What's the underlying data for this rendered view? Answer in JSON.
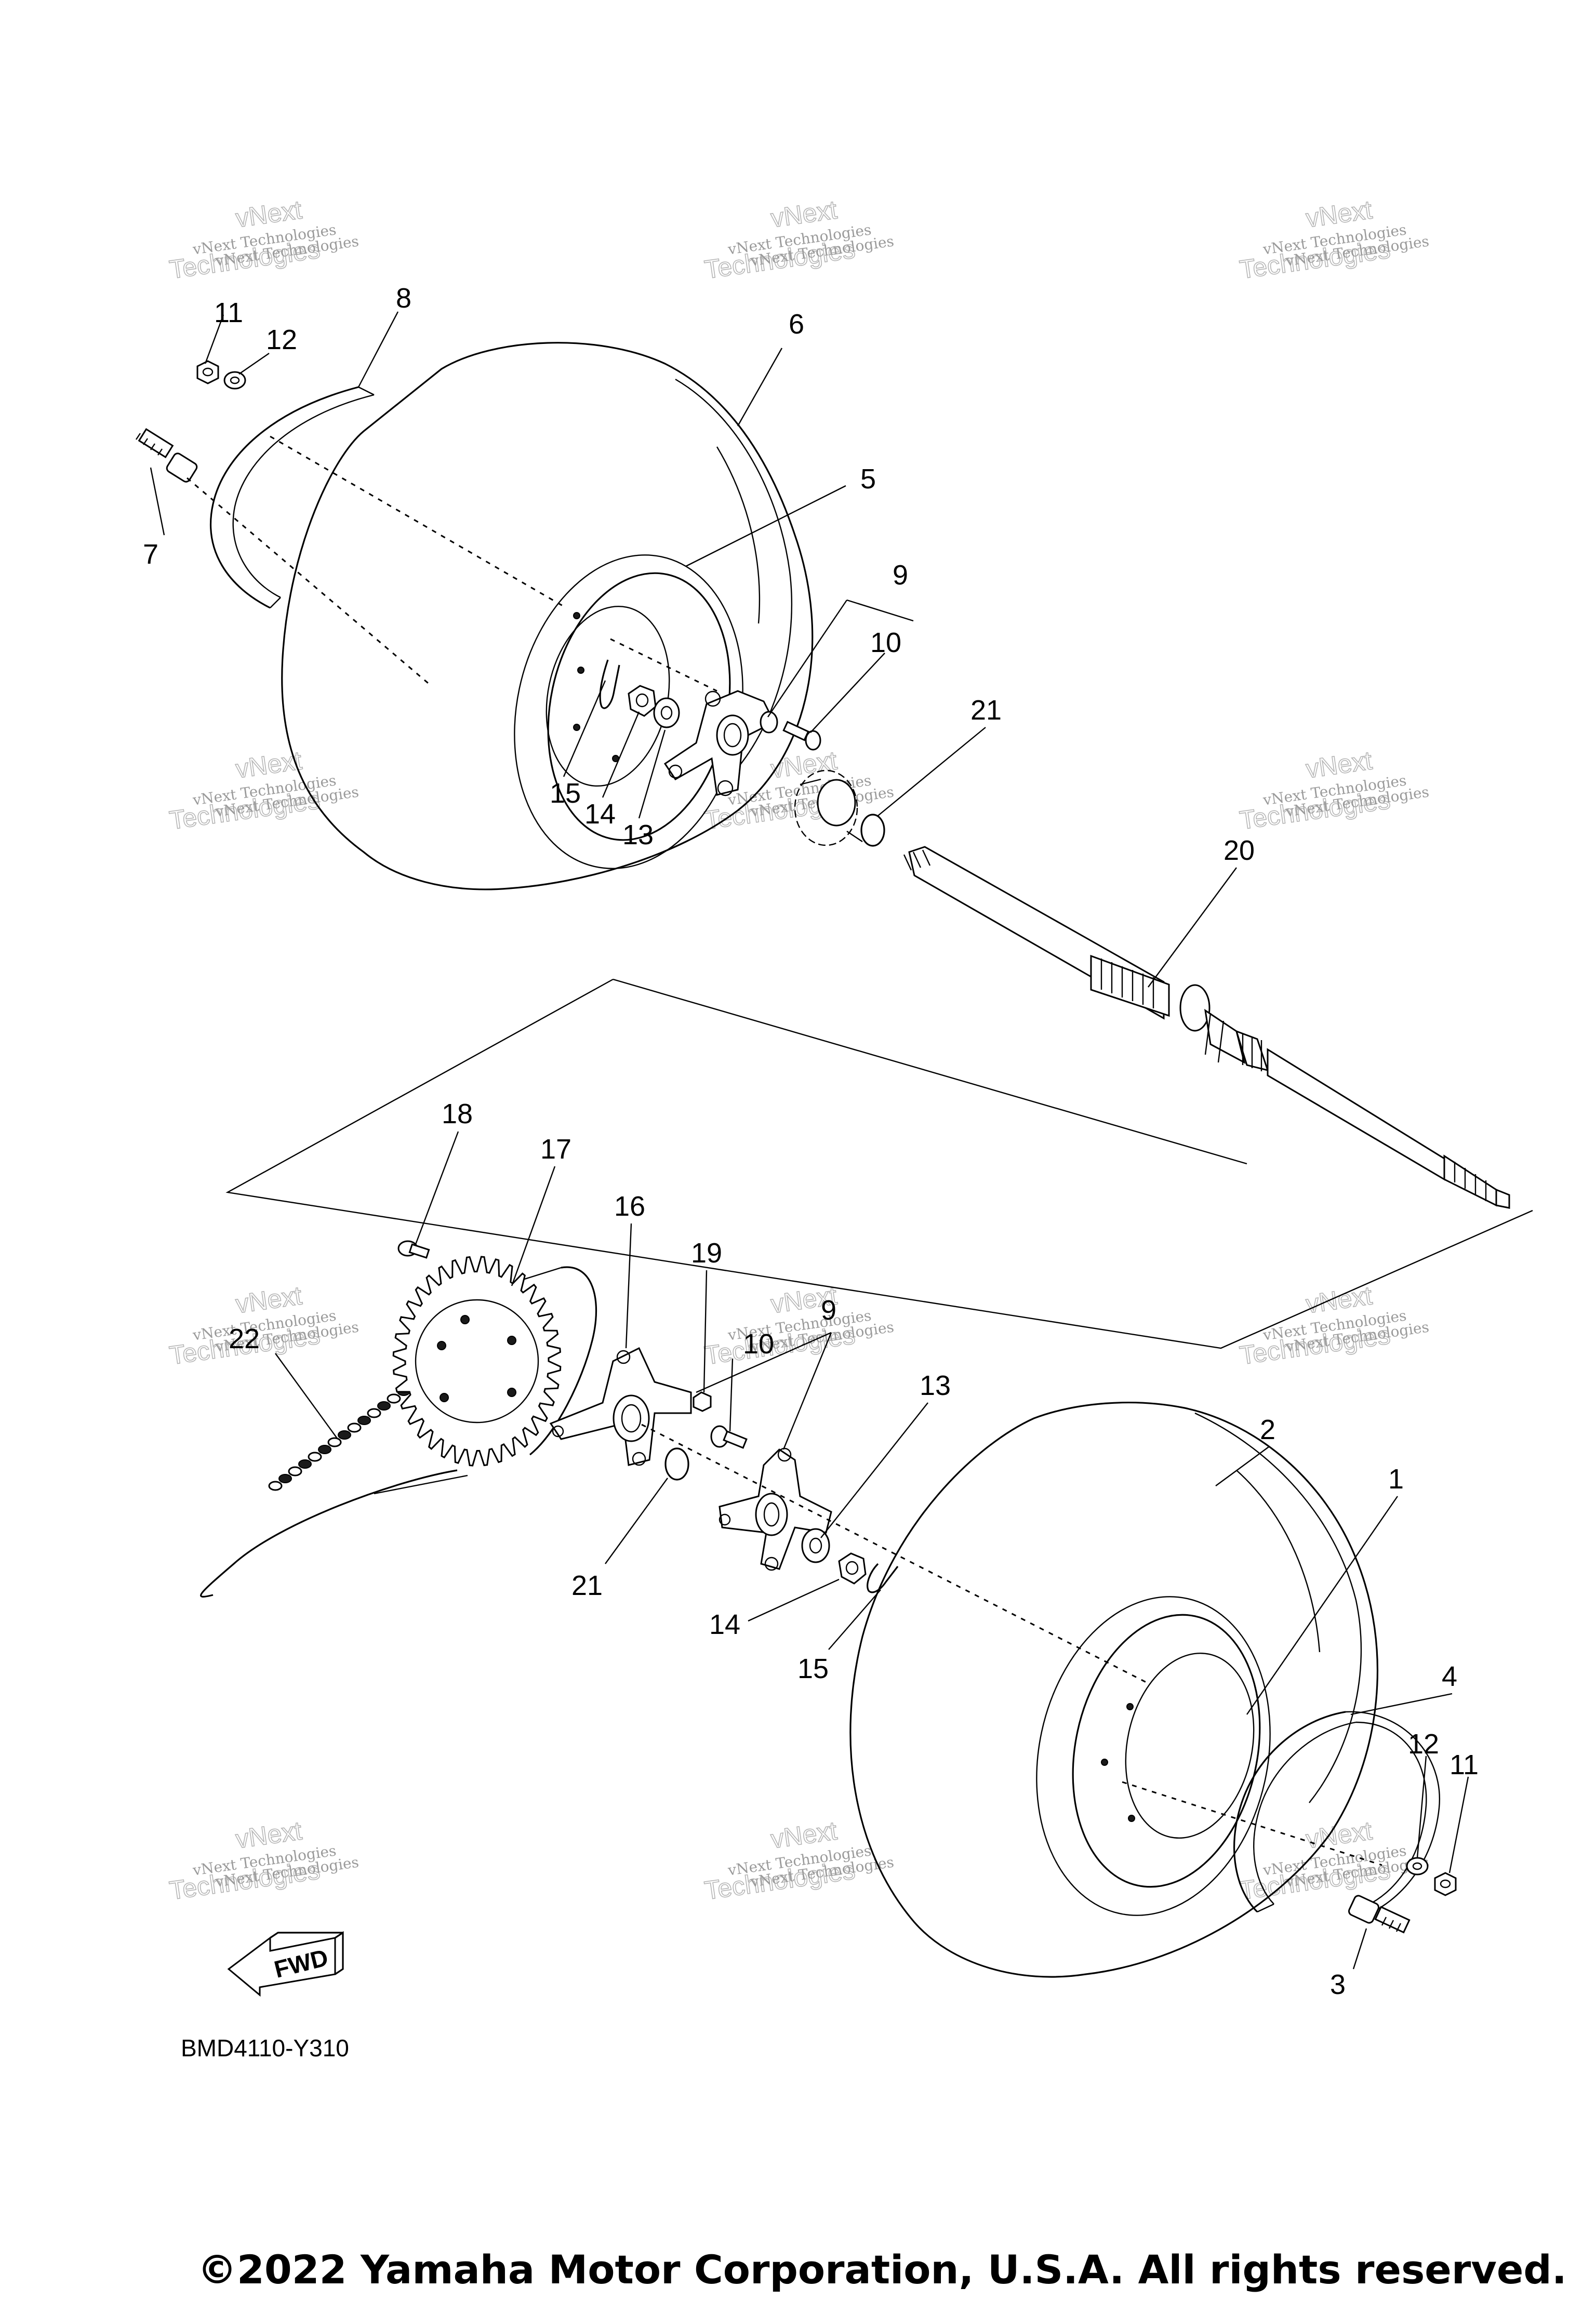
{
  "diagram": {
    "callouts": [
      {
        "id": "c1",
        "label": "1"
      },
      {
        "id": "c2",
        "label": "2"
      },
      {
        "id": "c3",
        "label": "3"
      },
      {
        "id": "c4",
        "label": "4"
      },
      {
        "id": "c5",
        "label": "5"
      },
      {
        "id": "c6",
        "label": "6"
      },
      {
        "id": "c7",
        "label": "7"
      },
      {
        "id": "c8",
        "label": "8"
      },
      {
        "id": "c9a",
        "label": "9"
      },
      {
        "id": "c9b",
        "label": "9"
      },
      {
        "id": "c10a",
        "label": "10"
      },
      {
        "id": "c10b",
        "label": "10"
      },
      {
        "id": "c11a",
        "label": "11"
      },
      {
        "id": "c11b",
        "label": "11"
      },
      {
        "id": "c12a",
        "label": "12"
      },
      {
        "id": "c12b",
        "label": "12"
      },
      {
        "id": "c13a",
        "label": "13"
      },
      {
        "id": "c13b",
        "label": "13"
      },
      {
        "id": "c14a",
        "label": "14"
      },
      {
        "id": "c14b",
        "label": "14"
      },
      {
        "id": "c15a",
        "label": "15"
      },
      {
        "id": "c15b",
        "label": "15"
      },
      {
        "id": "c16",
        "label": "16"
      },
      {
        "id": "c17",
        "label": "17"
      },
      {
        "id": "c18",
        "label": "18"
      },
      {
        "id": "c19",
        "label": "19"
      },
      {
        "id": "c20",
        "label": "20"
      },
      {
        "id": "c21a",
        "label": "21"
      },
      {
        "id": "c21b",
        "label": "21"
      },
      {
        "id": "c22",
        "label": "22"
      }
    ],
    "fwd_label": "FWD",
    "diagram_code": "BMD4110-Y310",
    "watermark": {
      "line1": "vNext Technologies",
      "line2": "vNext",
      "line3": "Technologies"
    }
  },
  "copyright": "©2022 Yamaha Motor Corporation, U.S.A. All rights reserved."
}
